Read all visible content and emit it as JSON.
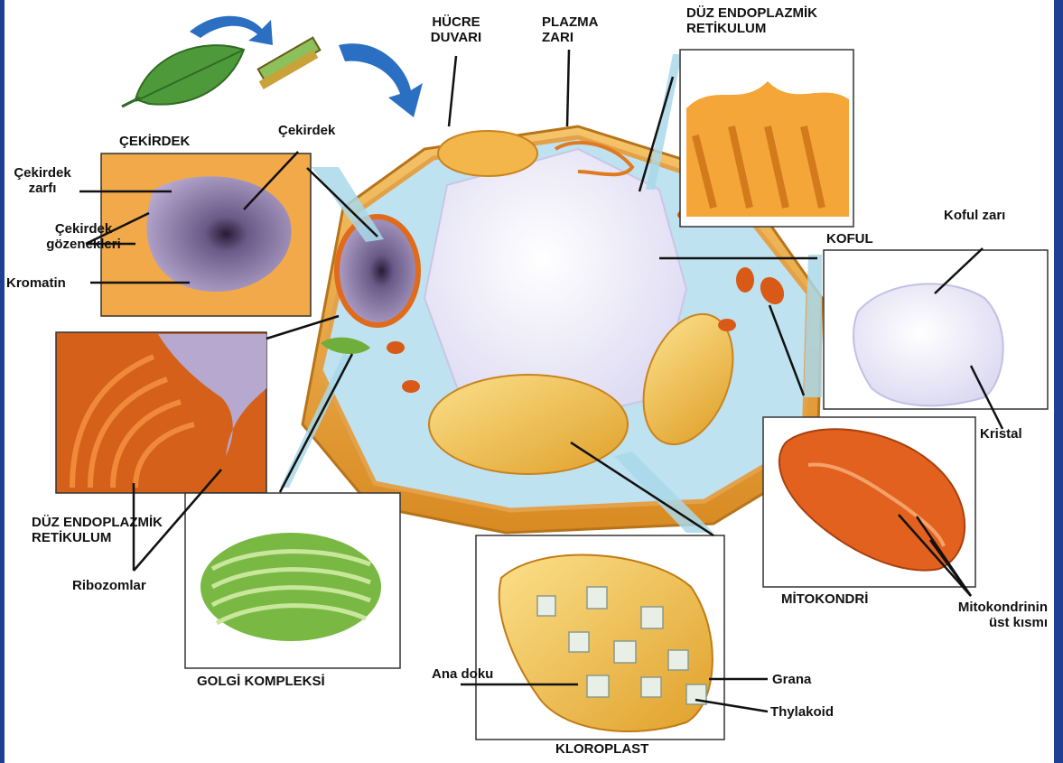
{
  "labels": {
    "hucre_duvari": "HÜCRE\nDUVARI",
    "plazma_zari": "PLAZMA\nZARI",
    "duz_er_top": "DÜZ ENDOPLAZMİK\nRETİKULUM",
    "cekirdek_title": "ÇEKİRDEK",
    "cekirdek": "Çekirdek",
    "cekirdek_zarfi": "Çekirdek\nzarfı",
    "cekirdek_gozenekleri": "Çekirdek\ngözenekleri",
    "kromatin": "Kromatin",
    "koful_zari": "Koful zarı",
    "koful": "KOFUL",
    "kristal": "Kristal",
    "duz_er_left": "DÜZ ENDOPLAZMİK\nRETİKULUM",
    "ribozomlar": "Ribozomlar",
    "golgi": "GOLGİ KOMPLEKSİ",
    "mitokondri": "MİTOKONDRİ",
    "mitokondri_ust": "Mitokondrinin\nüst kısmı",
    "ana_doku": "Ana doku",
    "grana": "Grana",
    "thylakoid": "Thylakoid",
    "kloroplast": "KLOROPLAST"
  },
  "colors": {
    "frame": "#1f3f95",
    "cell_wall": "#e8a33c",
    "cytoplasm": "#bfe2f0",
    "vacuole": "#e6e4f6",
    "nucleus": "#9a86b8",
    "chloroplast": "#f2c04a",
    "er_orange": "#e06b1c",
    "golgi_green": "#6fae3a",
    "leaf_green": "#4e9a3b",
    "arrow_blue": "#2a6fc2"
  }
}
